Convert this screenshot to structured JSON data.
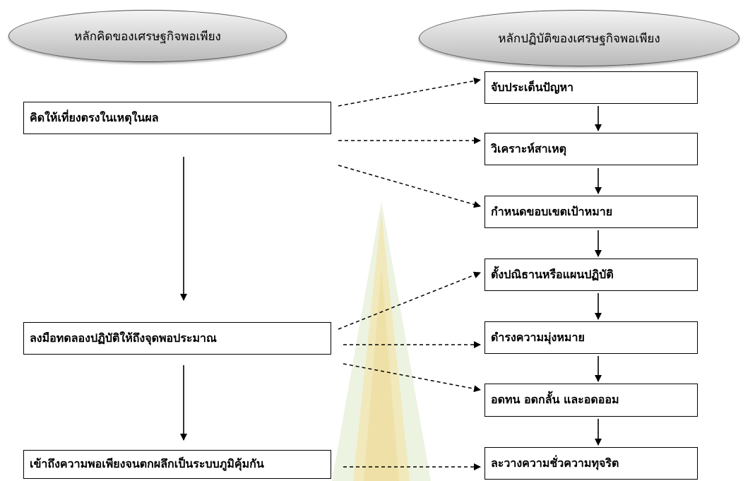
{
  "headers": {
    "left": "หลักคิดของเศรษฐกิจพอเพียง",
    "right": "หลักปฏิบัติของเศรษฐกิจพอเพียง"
  },
  "left_boxes": [
    "คิดให้เที่ยงตรงในเหตุในผล",
    "ลงมือทดลองปฏิบัติให้ถึงจุดพอประมาณ",
    "เข้าถึงความพอเพียงจนตกผลึกเป็นระบบภูมิคุ้มกัน"
  ],
  "right_boxes": [
    "จับประเด็นปัญหา",
    "วิเคราะห์สาเหตุ",
    "กำหนดขอบเขตเป้าหมาย",
    "ตั้งปณิธานหรือแผนปฏิบัติ",
    "ดำรงความมุ่งหมาย",
    "อดทน อดกลั้น และอดออม",
    "ละวางความชั่วความทุจริต"
  ],
  "colors": {
    "watermark": "#f3e3a6",
    "watermark_green": "#dfe9c9"
  }
}
